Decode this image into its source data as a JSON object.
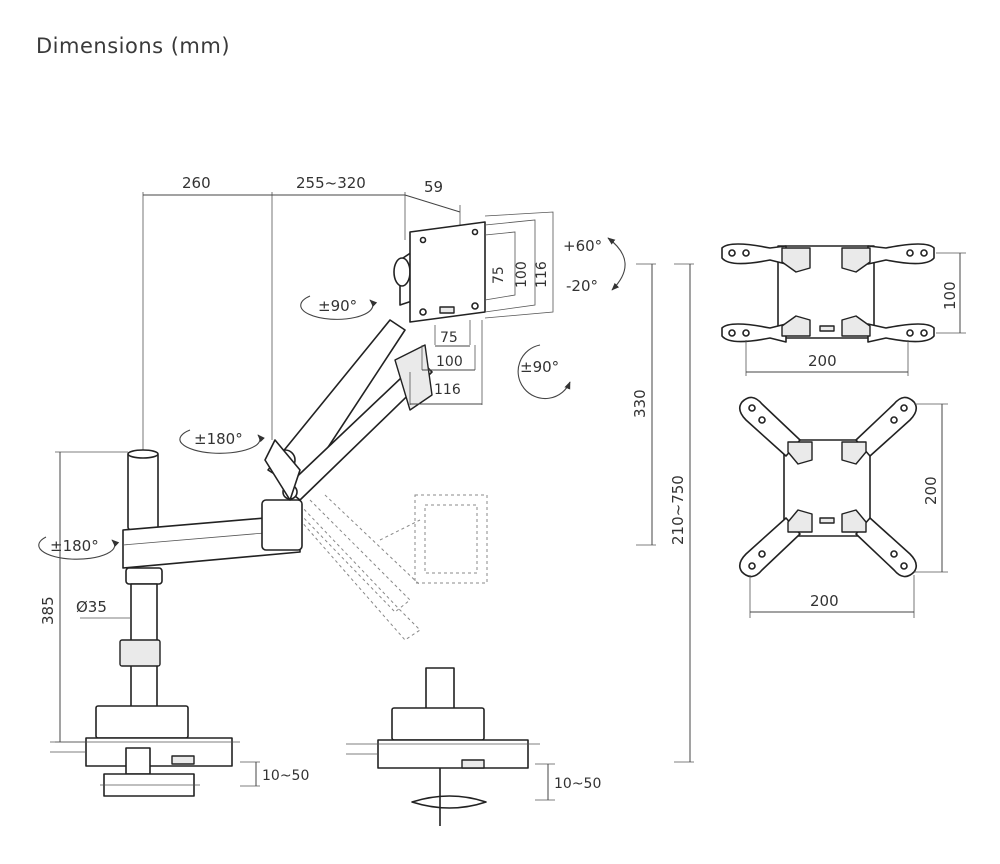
{
  "title": "Dimensions (mm)",
  "arm": {
    "pole_to_elbow": "260",
    "elbow_to_head": "255~320",
    "head_depth": "59",
    "vesa_75": "75",
    "vesa_100": "100",
    "vesa_116": "116",
    "tilt_up": "+60°",
    "tilt_down": "-20°",
    "head_swivel": "±90°",
    "rotate": "±90°",
    "elbow_swivel": "±180°",
    "pole_swivel": "±180°",
    "pole_height": "385",
    "pole_diameter": "Ø35",
    "height_range": "330",
    "total_height_range": "210~750",
    "clamp_thickness": "10~50",
    "grommet_thickness": "10~50"
  },
  "adapters": {
    "small_width": "200",
    "small_height": "100",
    "large_width": "200",
    "large_height": "200"
  }
}
